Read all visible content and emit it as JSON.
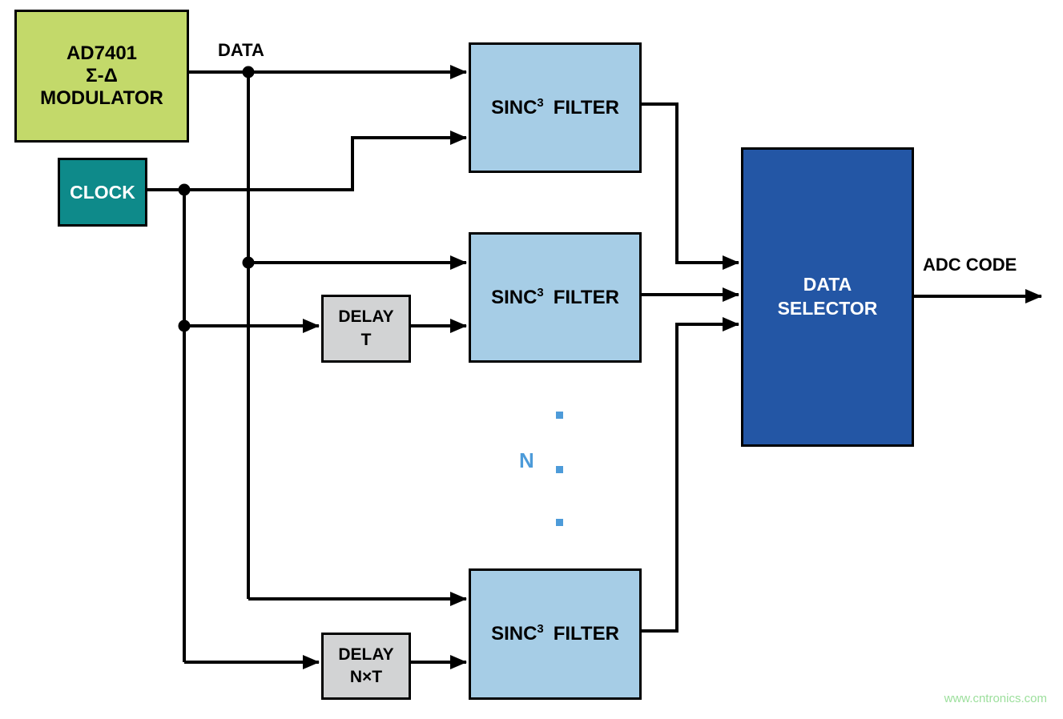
{
  "diagram": {
    "modulator": {
      "line1": "AD7401",
      "line2": "Σ-Δ",
      "line3": "MODULATOR"
    },
    "clock_label": "CLOCK",
    "data_label": "DATA",
    "filter": {
      "base": "SINC",
      "sup": "3",
      "rest": "FILTER"
    },
    "delay_t": {
      "line1": "DELAY",
      "line2": "T"
    },
    "delay_nt": {
      "line1": "DELAY",
      "line2": "N×T"
    },
    "selector": {
      "line1": "DATA",
      "line2": "SELECTOR"
    },
    "adc_code_label": "ADC CODE",
    "n_label": "N",
    "watermark": "www.cntronics.com",
    "colors": {
      "modulator_green": "#c3d96a",
      "clock_teal": "#0e8a8a",
      "filter_blue": "#a6cde6",
      "selector_blue": "#2356a5",
      "delay_gray": "#d2d3d4",
      "wire_black": "#000000",
      "n_blue": "#4d9bd9",
      "watermark_green": "#9cdf9c"
    }
  }
}
